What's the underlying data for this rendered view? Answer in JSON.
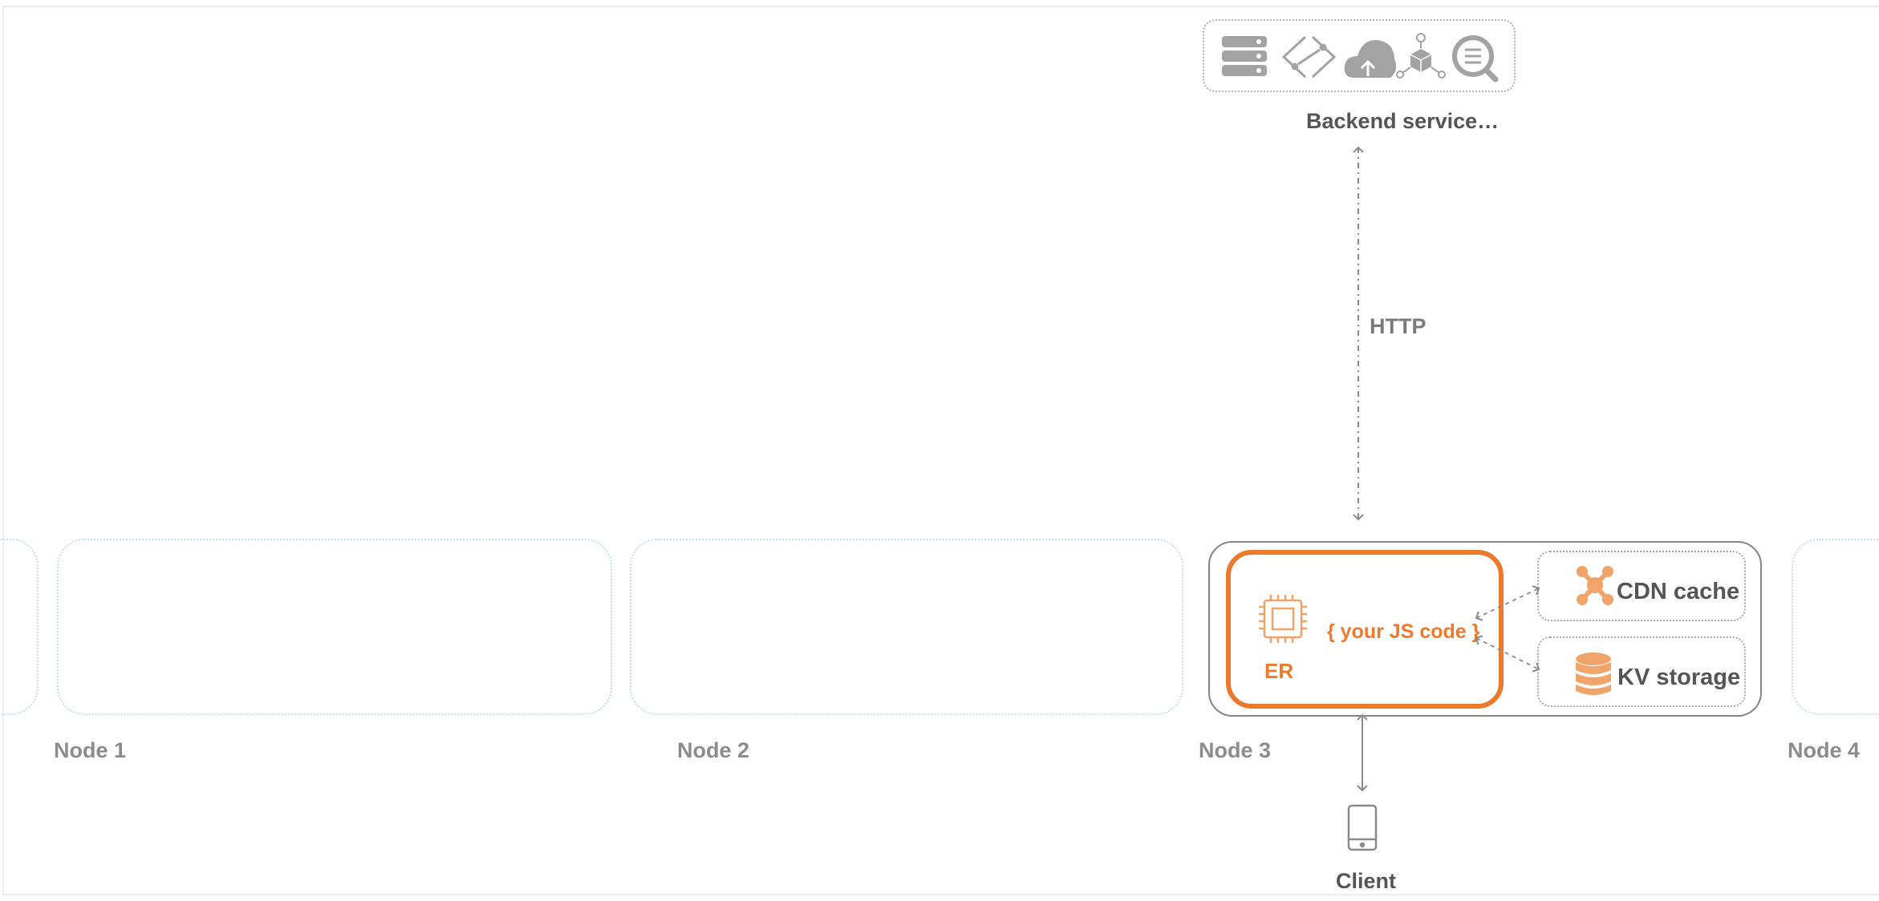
{
  "backend": {
    "label": "Backend service…",
    "icons": [
      "server-stack-icon",
      "api-gateway-icon",
      "cloud-upload-icon",
      "container-network-icon",
      "search-service-icon"
    ]
  },
  "connection": {
    "http_label": "HTTP"
  },
  "nodes": [
    {
      "label": "Node 1"
    },
    {
      "label": "Node 2"
    },
    {
      "label": "Node 3"
    },
    {
      "label": "Node 4"
    }
  ],
  "node3": {
    "er": {
      "label": "ER",
      "code_label": "{ your JS code }",
      "icon": "cpu-chip-icon"
    },
    "cdn": {
      "label": "CDN cache",
      "icon": "cdn-network-icon"
    },
    "kv": {
      "label": "KV storage",
      "icon": "database-icon"
    }
  },
  "client": {
    "label": "Client",
    "icon": "smartphone-icon"
  },
  "colors": {
    "accent": "#ec7a2c",
    "icon_orange": "#f0a46a",
    "icon_gray": "#a0a0a0",
    "text_dark": "#555555",
    "text_gray": "#8c8c8c"
  }
}
